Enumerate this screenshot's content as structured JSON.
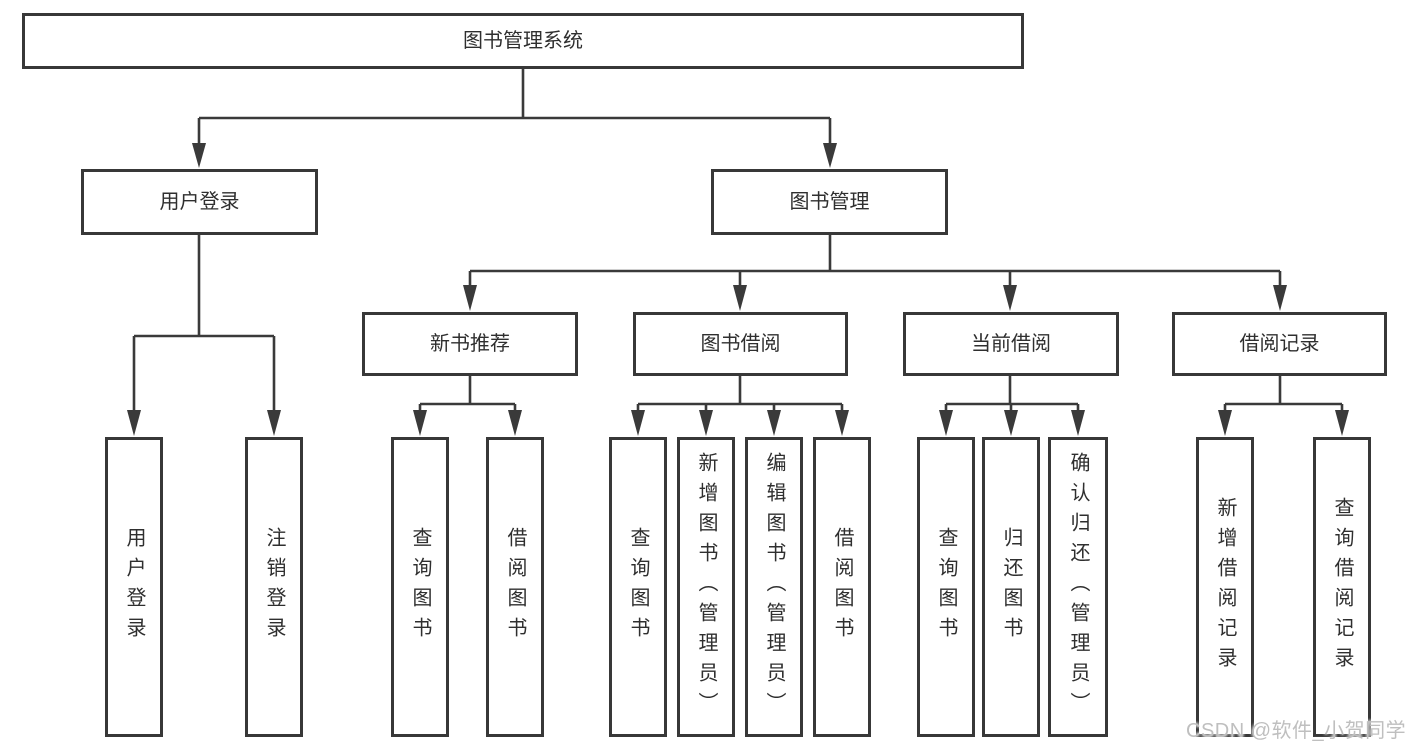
{
  "diagram": {
    "root": {
      "label": "图书管理系统"
    },
    "level1": [
      {
        "label": "用户登录"
      },
      {
        "label": "图书管理"
      }
    ],
    "level2": [
      {
        "label": "新书推荐"
      },
      {
        "label": "图书借阅"
      },
      {
        "label": "当前借阅"
      },
      {
        "label": "借阅记录"
      }
    ],
    "leaves": {
      "user_login": [
        {
          "label": "用户登录"
        },
        {
          "label": "注销登录"
        }
      ],
      "new_book": [
        {
          "label": "查询图书"
        },
        {
          "label": "借阅图书"
        }
      ],
      "book_borrow": [
        {
          "label": "查询图书"
        },
        {
          "label": "新增图书（管理员）"
        },
        {
          "label": "编辑图书（管理员）"
        },
        {
          "label": "借阅图书"
        }
      ],
      "current_borrow": [
        {
          "label": "查询图书"
        },
        {
          "label": "归还图书"
        },
        {
          "label": "确认归还（管理员）"
        }
      ],
      "borrow_record": [
        {
          "label": "新增借阅记录"
        },
        {
          "label": "查询借阅记录"
        }
      ]
    }
  },
  "watermark": {
    "text": "CSDN @软件_小贺同学",
    "color": "#bfbfbf"
  },
  "colors": {
    "line": "#3a3a3a",
    "box_border": "#383838",
    "box_fill": "#ffffff",
    "text": "#2f2f2f",
    "background": "#ffffff"
  }
}
